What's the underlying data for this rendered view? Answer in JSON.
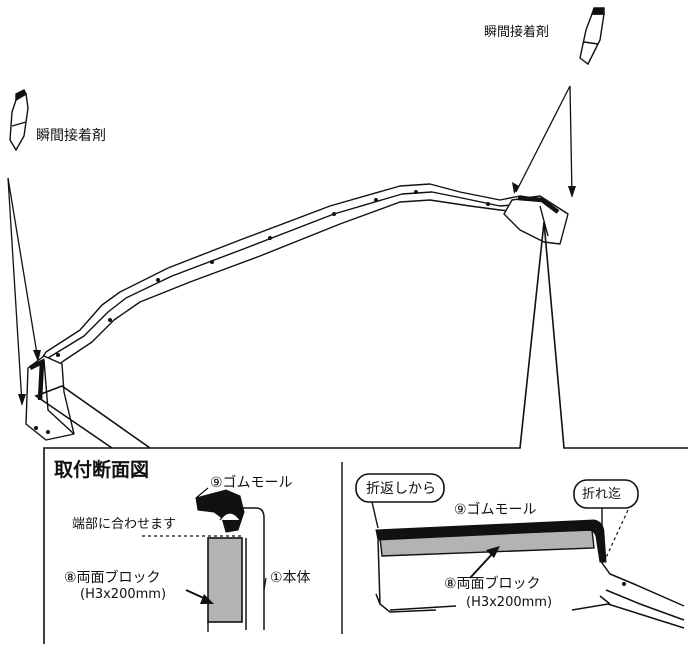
{
  "labels": {
    "glue_left": "瞬間接着剤",
    "glue_right": "瞬間接着剤",
    "section_title": "取付断面図",
    "rubber_mold_left": "⑨ゴムモール",
    "align_edge": "端部に合わせます",
    "double_block_left": "⑧両面ブロック",
    "double_block_left_size": "(H3x200mm)",
    "main_body": "①本体",
    "fold_back": "折返しから",
    "rubber_mold_right": "⑨ゴムモール",
    "fold_edge": "折れ迄",
    "double_block_right": "⑧両面ブロック",
    "double_block_right_size": "(H3x200mm)"
  },
  "colors": {
    "line": "#111111",
    "block_fill": "#b3b3b3",
    "part_fill": "#ffffff"
  }
}
